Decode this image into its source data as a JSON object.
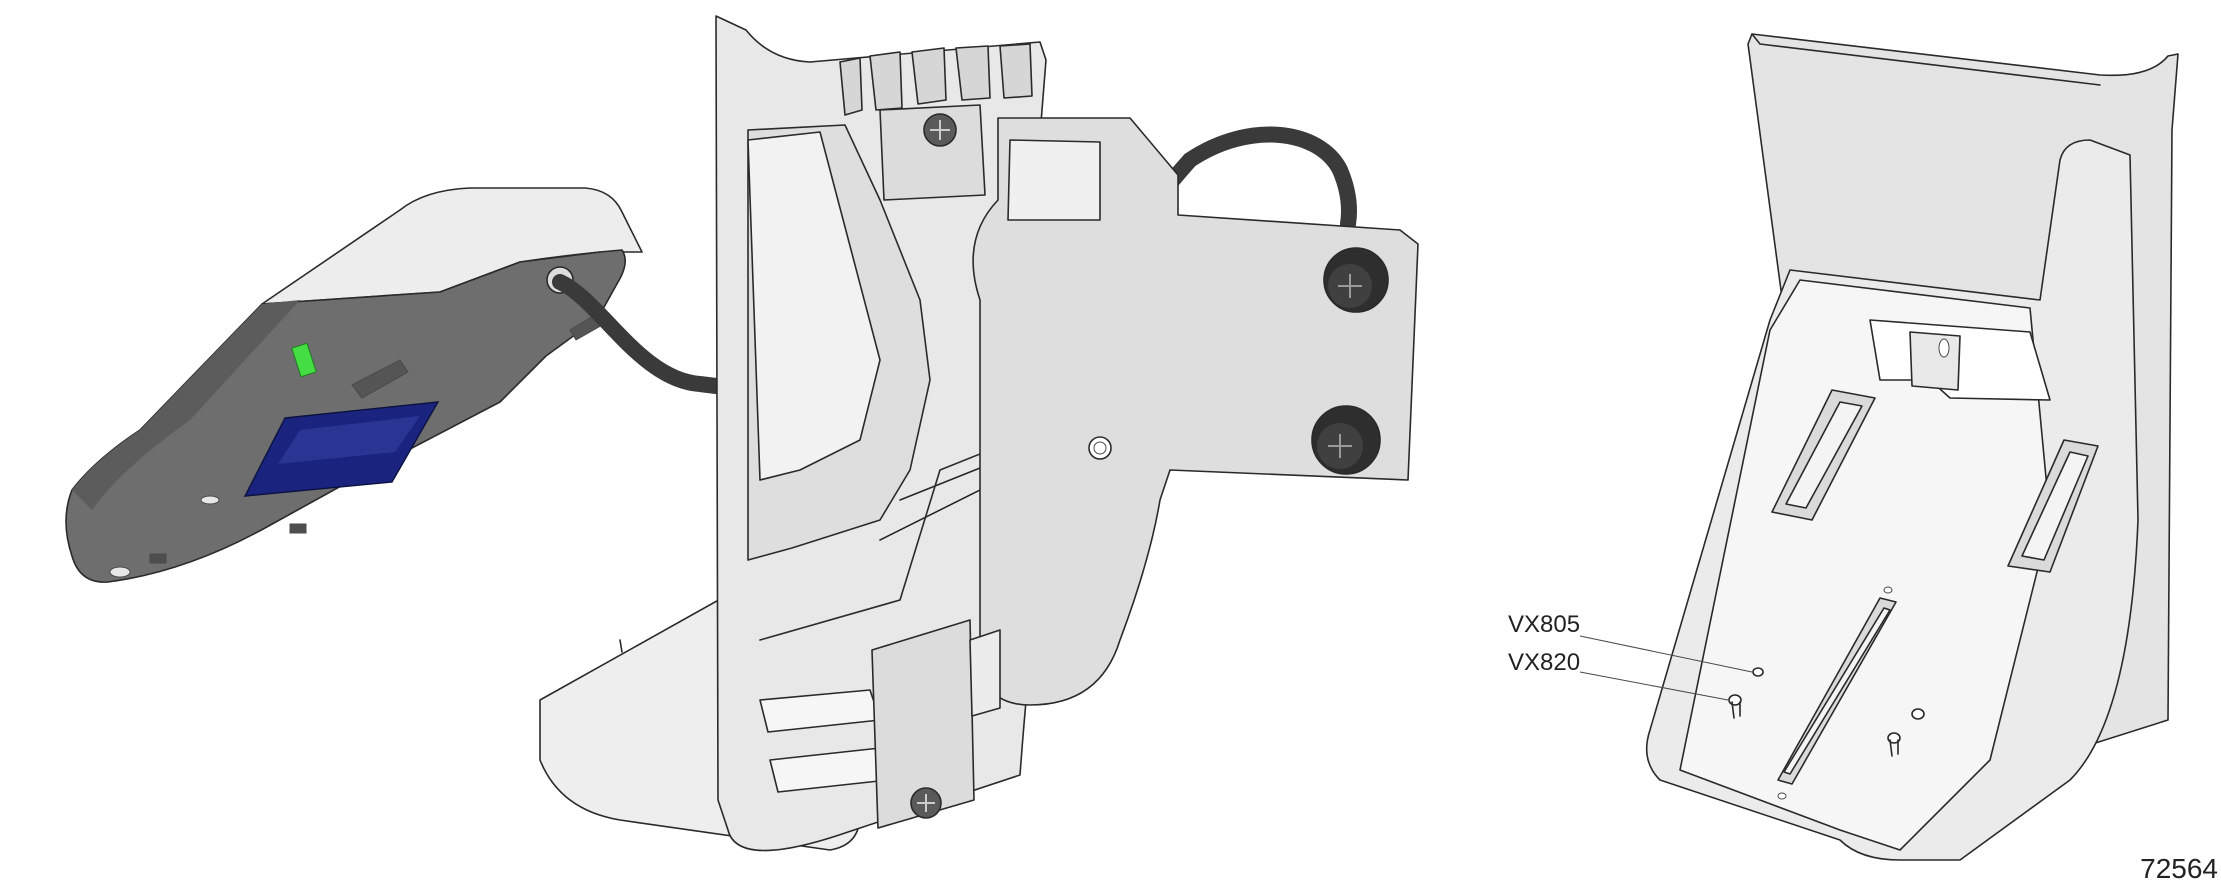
{
  "callouts": {
    "vx805_label": "VX805",
    "vx820_label": "VX820"
  },
  "figure_id": "72564",
  "colors": {
    "background": "#ffffff",
    "bracket_fill": "#e6e6e6",
    "terminal_body": "#6e6e6e",
    "cable": "#3a3a3a",
    "card_slot_blue": "#1a237e",
    "indicator_green": "#44dd44"
  }
}
